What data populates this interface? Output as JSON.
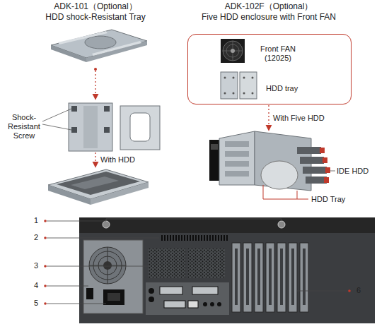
{
  "diagram": {
    "nodes": [
      {
        "text": [
          "Front FAN (12025)",
          "HDD tray"
        ]
      }
    ],
    "labels": [
      "ADK-101（Optional）",
      "HDD shock-Resistant Tray",
      "ADK-102F（Optional）",
      "Five HDD enclosure with Front FAN",
      "Shock-Resistant Screw",
      "With HDD",
      "With Five HDD",
      "IDE HDD",
      "HDD Tray",
      "1",
      "2",
      "3",
      "4",
      "5",
      "6"
    ]
  }
}
